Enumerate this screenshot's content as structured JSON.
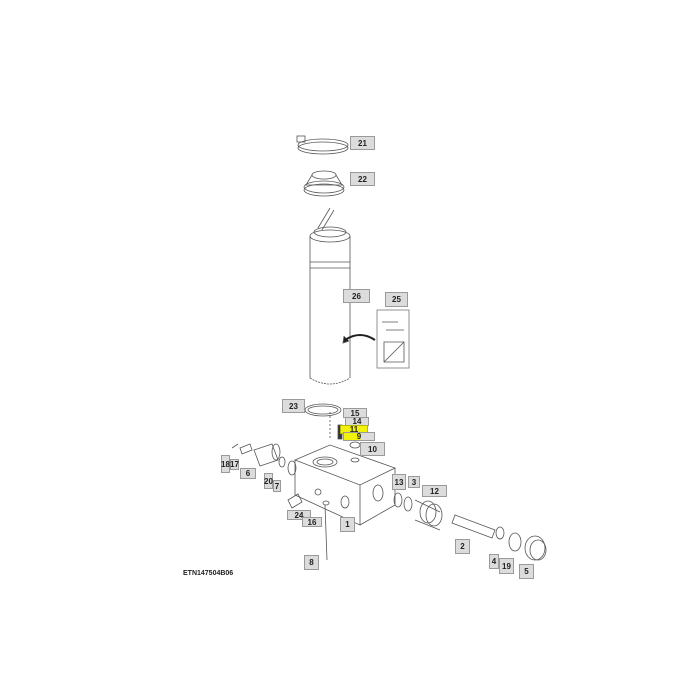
{
  "diagram": {
    "reference": "ETN147504B06",
    "highlight_color": "#f2f20a",
    "callouts": [
      "21",
      "22",
      "26",
      "25",
      "23",
      "15",
      "14",
      "11",
      "9",
      "10",
      "13",
      "3",
      "12",
      "18",
      "17",
      "6",
      "20",
      "7",
      "24",
      "16",
      "1",
      "2",
      "4",
      "19",
      "5",
      "8"
    ],
    "highlighted": [
      "11",
      "9"
    ]
  }
}
